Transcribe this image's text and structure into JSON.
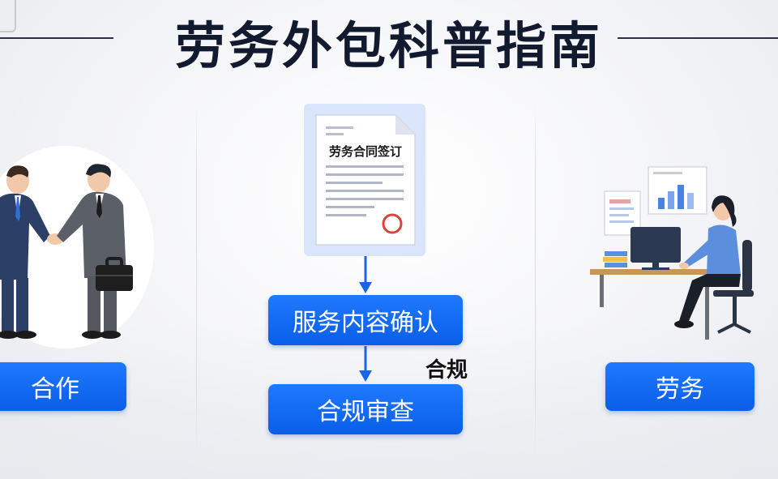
{
  "title": "劳务外包科普指南",
  "doc": {
    "title": "劳务合同签订"
  },
  "flow": {
    "step1": "服务内容确认",
    "connector_label": "合规",
    "step2": "合规审查"
  },
  "left": {
    "label": "合作"
  },
  "right": {
    "label": "劳务"
  },
  "colors": {
    "accent": "#0f66f0",
    "title": "#111a2e",
    "arrow": "#1766ea",
    "seal": "#d9443b"
  }
}
